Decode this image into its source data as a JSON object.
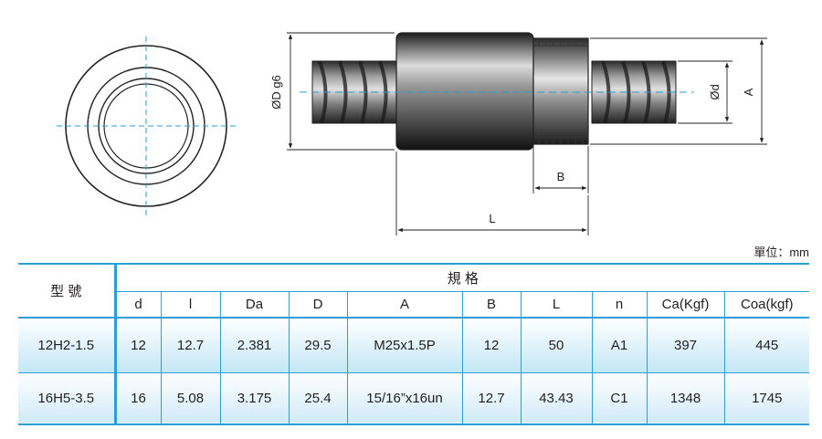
{
  "drawing": {
    "labels": {
      "outer_dia": "ØD g6",
      "thread_dia": "Ød",
      "a": "A",
      "b": "B",
      "l": "L"
    }
  },
  "unit_label": "單位：mm",
  "table": {
    "model_header": "型  號",
    "spec_header": "規  格",
    "columns": [
      "d",
      "l",
      "Da",
      "D",
      "A",
      "B",
      "L",
      "n",
      "Ca(Kgf)",
      "Coa(kgf)"
    ],
    "rows": [
      {
        "model": "12H2-1.5",
        "cells": [
          "12",
          "12.7",
          "2.381",
          "29.5",
          "M25x1.5P",
          "12",
          "50",
          "A1",
          "397",
          "445"
        ]
      },
      {
        "model": "16H5-3.5",
        "cells": [
          "16",
          "5.08",
          "3.175",
          "25.4",
          "15/16”x16un",
          "12.7",
          "43.43",
          "C1",
          "1348",
          "1745"
        ]
      }
    ]
  },
  "colors": {
    "accent_blue": "#2a9fd6",
    "centerline": "#2a9fd6",
    "row_fill": "#c4e7f6"
  }
}
